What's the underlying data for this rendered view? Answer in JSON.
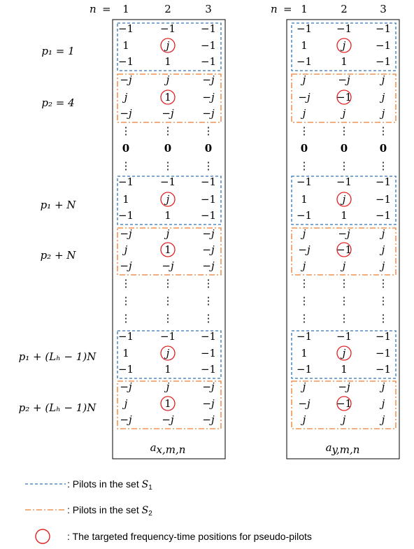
{
  "header": {
    "n_label": "n",
    "equals": "=",
    "columns": [
      "1",
      "2",
      "3"
    ]
  },
  "row_labels": [
    "p₁ = 1",
    "p₂ = 4",
    "p₁ + N",
    "p₂ + N",
    "p₁ + (Lₕ − 1)N",
    "p₂ + (Lₕ − 1)N"
  ],
  "panels": [
    {
      "label": "a_{x,m,n}",
      "label_main": "a",
      "label_sub": "x,m,n",
      "rows": [
        [
          "−1",
          "−1",
          "−1"
        ],
        [
          "1",
          "j",
          "−1"
        ],
        [
          "−1",
          "1",
          "−1"
        ],
        [
          "−j",
          "j",
          "−j"
        ],
        [
          "j",
          "1",
          "−j"
        ],
        [
          "−j",
          "−j",
          "−j"
        ],
        [
          "⋮",
          "⋮",
          "⋮"
        ],
        [
          "0",
          "0",
          "0"
        ],
        [
          "⋮",
          "⋮",
          "⋮"
        ],
        [
          "−1",
          "−1",
          "−1"
        ],
        [
          "1",
          "j",
          "−1"
        ],
        [
          "−1",
          "1",
          "−1"
        ],
        [
          "−j",
          "j",
          "−j"
        ],
        [
          "j",
          "1",
          "−j"
        ],
        [
          "−j",
          "−j",
          "−j"
        ],
        [
          "⋮",
          "⋮",
          "⋮"
        ],
        [
          "⋮",
          "⋮",
          "⋮"
        ],
        [
          "⋮",
          "⋮",
          "⋮"
        ],
        [
          "−1",
          "−1",
          "−1"
        ],
        [
          "1",
          "j",
          "−1"
        ],
        [
          "−1",
          "1",
          "−1"
        ],
        [
          "−j",
          "j",
          "−j"
        ],
        [
          "j",
          "1",
          "−j"
        ],
        [
          "−j",
          "−j",
          "−j"
        ]
      ]
    },
    {
      "label": "a_{y,m,n}",
      "label_main": "a",
      "label_sub": "y,m,n",
      "rows": [
        [
          "−1",
          "−1",
          "−1"
        ],
        [
          "1",
          "j",
          "−1"
        ],
        [
          "−1",
          "1",
          "−1"
        ],
        [
          "j",
          "−j",
          "j"
        ],
        [
          "−j",
          "−1",
          "j"
        ],
        [
          "j",
          "j",
          "j"
        ],
        [
          "⋮",
          "⋮",
          "⋮"
        ],
        [
          "0",
          "0",
          "0"
        ],
        [
          "⋮",
          "⋮",
          "⋮"
        ],
        [
          "−1",
          "−1",
          "−1"
        ],
        [
          "1",
          "j",
          "−1"
        ],
        [
          "−1",
          "1",
          "−1"
        ],
        [
          "j",
          "−j",
          "j"
        ],
        [
          "−j",
          "−1",
          "j"
        ],
        [
          "j",
          "j",
          "j"
        ],
        [
          "⋮",
          "⋮",
          "⋮"
        ],
        [
          "⋮",
          "⋮",
          "⋮"
        ],
        [
          "⋮",
          "⋮",
          "⋮"
        ],
        [
          "−1",
          "−1",
          "−1"
        ],
        [
          "1",
          "j",
          "−1"
        ],
        [
          "−1",
          "1",
          "−1"
        ],
        [
          "j",
          "−j",
          "j"
        ],
        [
          "−j",
          "−1",
          "j"
        ],
        [
          "j",
          "j",
          "j"
        ]
      ]
    }
  ],
  "legend": [
    {
      "style": "dashed-blue",
      "text": ": Pilots in the set ",
      "math": "S",
      "sub": "1"
    },
    {
      "style": "dashdot-orange",
      "text": ": Pilots in the set ",
      "math": "S",
      "sub": "2"
    },
    {
      "style": "circle-red",
      "text": ": The targeted  frequency-time positions for pseudo-pilots",
      "math": "",
      "sub": ""
    }
  ],
  "colors": {
    "set1": "#2e75b6",
    "set2": "#ed7d31",
    "circle": "#e02020",
    "border": "#000000"
  }
}
